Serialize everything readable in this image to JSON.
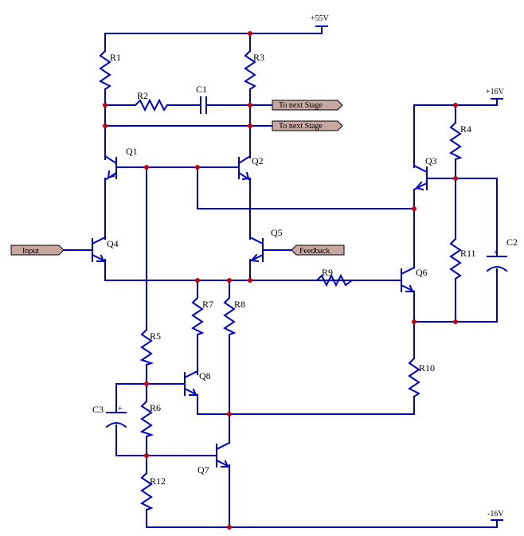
{
  "supplies": {
    "vcc55": "+55V",
    "vcc16": "+16V",
    "vee16": "-16V"
  },
  "ports": {
    "stage1": "To next Stage",
    "stage2": "To next Stage",
    "input": "Input",
    "feedback": "Feedback"
  },
  "resistors": {
    "r1": "R1",
    "r2": "R2",
    "r3": "R3",
    "r4": "R4",
    "r5": "R5",
    "r6": "R6",
    "r7": "R7",
    "r8": "R8",
    "r9": "R9",
    "r10": "R10",
    "r11": "R11",
    "r12": "R12"
  },
  "capacitors": {
    "c1": "C1",
    "c2": "C2",
    "c3": "C3",
    "polarity": "+"
  },
  "transistors": {
    "q1": "Q1",
    "q2": "Q2",
    "q3": "Q3",
    "q4": "Q4",
    "q5": "Q5",
    "q6": "Q6",
    "q7": "Q7",
    "q8": "Q8"
  },
  "colors": {
    "wire": "#0000cc",
    "junction": "#cc0000",
    "port_fill": "#c8a7a0"
  }
}
